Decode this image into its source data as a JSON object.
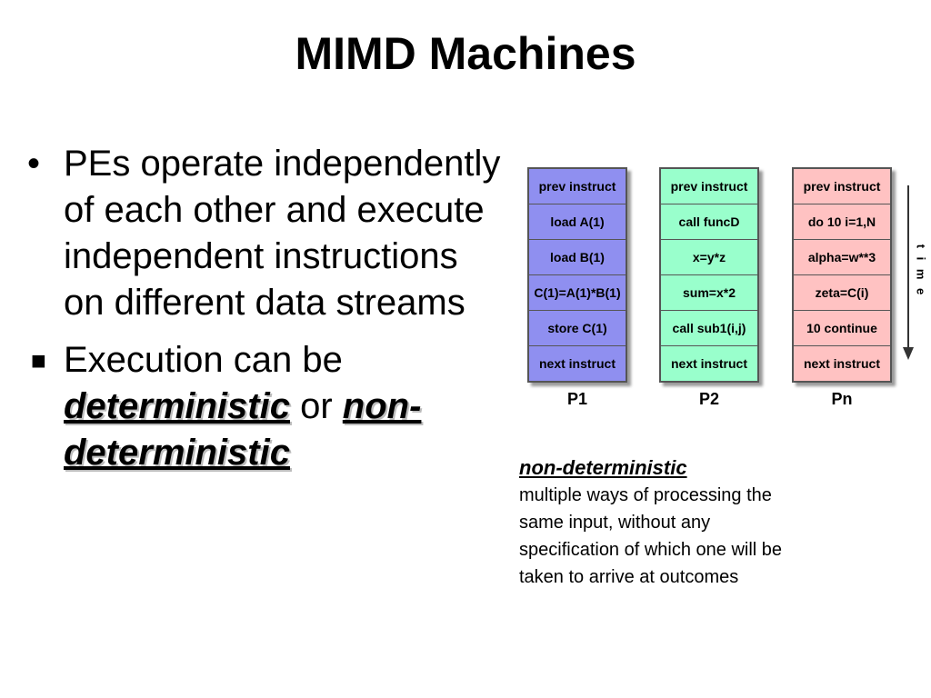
{
  "title": "MIMD Machines",
  "bullet1": {
    "marker": "•",
    "lines": [
      "PEs operate independently",
      "of each other and execute",
      "independent instructions",
      "on different data streams"
    ]
  },
  "bullet2": {
    "marker": "■",
    "intro": "Execution can be",
    "term1": "deterministic",
    "connector": "or",
    "term2a": "non-",
    "term2b": "deterministic"
  },
  "diagram": {
    "colors": {
      "p1": "#8f8ff0",
      "p2": "#99ffcc",
      "pn": "#ffc2c2"
    },
    "columns": [
      {
        "label": "P1",
        "cells": [
          "prev instruct",
          "load A(1)",
          "load B(1)",
          "C(1)=A(1)*B(1)",
          "store C(1)",
          "next instruct"
        ]
      },
      {
        "label": "P2",
        "cells": [
          "prev instruct",
          "call funcD",
          "x=y*z",
          "sum=x*2",
          "call sub1(i,j)",
          "next instruct"
        ]
      },
      {
        "label": "Pn",
        "cells": [
          "prev instruct",
          "do 10 i=1,N",
          "alpha=w**3",
          "zeta=C(i)",
          "10 continue",
          "next instruct"
        ]
      }
    ],
    "time_label": "t i m e"
  },
  "note": {
    "title": "non-deterministic",
    "lines": [
      "multiple ways of processing the",
      "same input, without any",
      "specification of which one will be",
      "taken to arrive at outcomes"
    ]
  }
}
